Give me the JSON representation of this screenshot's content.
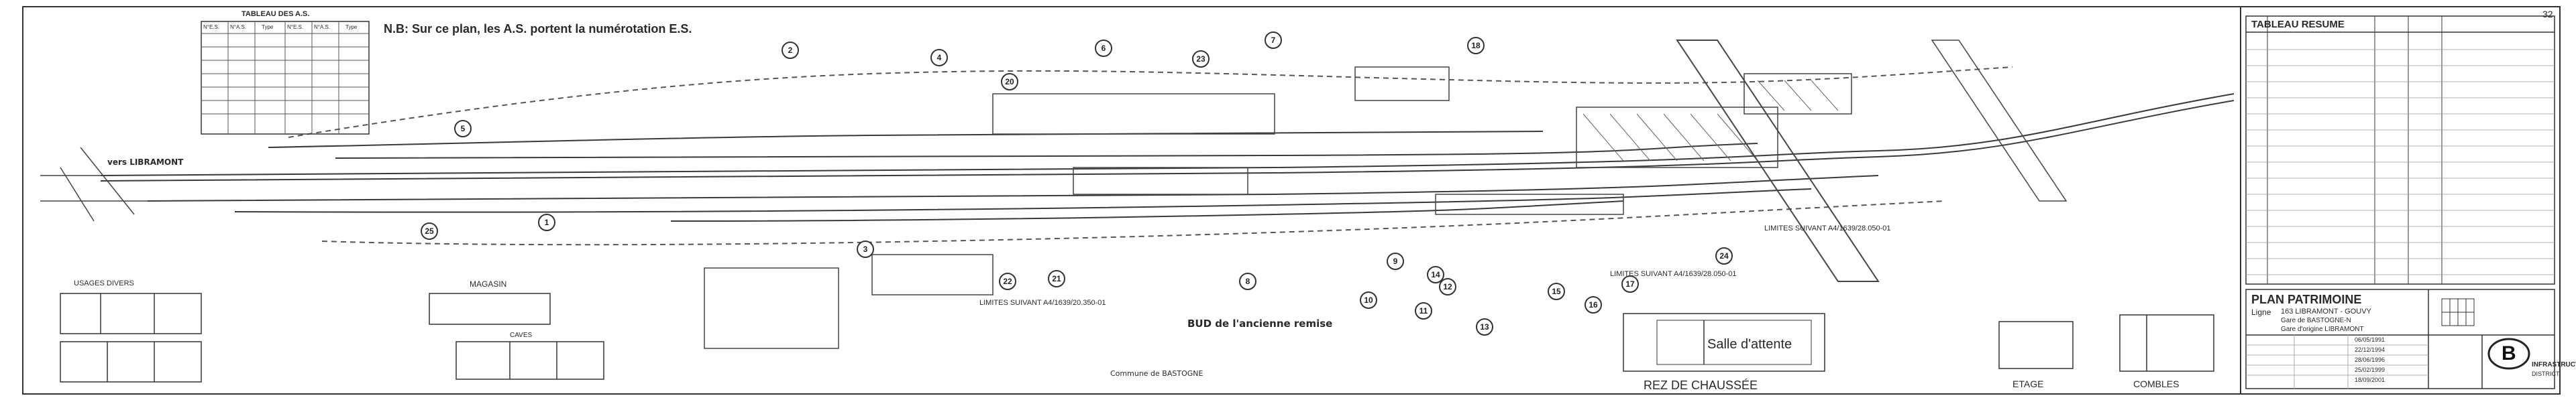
{
  "top_note": "N.B: Sur ce plan, les A.S. portent la numérotation E.S.",
  "as_table_title": "TABLEAU DES A.S.",
  "as_table_headers": [
    "N°E.S.",
    "N°A.S.",
    "Type",
    "N°E.S.",
    "N°A.S.",
    "Type"
  ],
  "libramont_label": "vers LIBRAMONT",
  "limites_1": "LIMITES SUIVANT A4/1639/28.050-01",
  "limites_2": "LIMITES SUIVANT A4/1639/28.050-01",
  "limites_3": "LIMITES SUIVANT A4/1639/20.350-01",
  "bud_label": "BUD de l'ancienne remise",
  "commune_label": "Commune de BASTOGNE",
  "magasin_caption": "MAGASIN",
  "usages_caption": "USAGES DIVERS",
  "rez_caption": "REZ DE CHAUSSÉE",
  "etage_caption": "ETAGE",
  "combles_caption": "COMBLES",
  "caves_caption": "CAVES",
  "salle_attente": "Salle d'attente",
  "tableau_resume": "TABLEAU RESUME",
  "page_number": "32",
  "plan_title": "PLAN PATRIMOINE",
  "ligne_label": "Ligne",
  "ligne_desc": "163 LIBRAMONT - GOUVY",
  "gare_1": "Gare de BASTOGNE-N",
  "gare_2": "Gare d'origine LIBRAMONT",
  "infra_label": "INFRASTRUCTURE",
  "infra_sub": "DISTRICT",
  "logo_letter": "B",
  "circles": [
    "1",
    "2",
    "3",
    "4",
    "5",
    "6",
    "7",
    "8",
    "9",
    "10",
    "11",
    "12",
    "13",
    "14",
    "15",
    "16",
    "17",
    "18",
    "20",
    "21",
    "22",
    "23",
    "24",
    "25"
  ],
  "dates": [
    "06/05/1991",
    "22/12/1994",
    "28/06/1996",
    "25/02/1999",
    "18/09/2001"
  ]
}
